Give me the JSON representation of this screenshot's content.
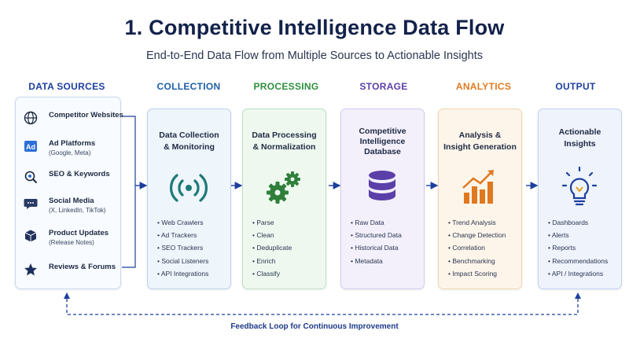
{
  "header": {
    "title": "1. Competitive Intelligence Data Flow",
    "subtitle": "End-to-End Data Flow from Multiple Sources to Actionable Insights"
  },
  "columns": {
    "sources": {
      "label": "DATA SOURCES",
      "color": "#1d3f9e"
    },
    "collection": {
      "label": "COLLECTION",
      "color": "#1e5fa8"
    },
    "processing": {
      "label": "PROCESSING",
      "color": "#2e8f3e"
    },
    "storage": {
      "label": "STORAGE",
      "color": "#5a3ea8"
    },
    "analytics": {
      "label": "ANALYTICS",
      "color": "#e07a1f"
    },
    "output": {
      "label": "OUTPUT",
      "color": "#1d3f9e"
    }
  },
  "sources": [
    {
      "title": "Competitor Websites",
      "sub": "",
      "icon": "globe-icon"
    },
    {
      "title": "Ad Platforms",
      "sub": "(Google, Meta)",
      "icon": "ad-icon"
    },
    {
      "title": "SEO & Keywords",
      "sub": "",
      "icon": "seo-search-icon"
    },
    {
      "title": "Social Media",
      "sub": "(X, LinkedIn, TikTok)",
      "icon": "chat-icon"
    },
    {
      "title": "Product Updates",
      "sub": "(Release Notes)",
      "icon": "box-icon"
    },
    {
      "title": "Reviews & Forums",
      "sub": "",
      "icon": "star-icon"
    }
  ],
  "stages": {
    "collection": {
      "title_line1": "Data Collection",
      "title_line2": "& Monitoring",
      "icon": "signal-icon",
      "items": [
        "Web Crawlers",
        "Ad Trackers",
        "SEO Trackers",
        "Social Listeners",
        "API Integrations"
      ]
    },
    "processing": {
      "title_line1": "Data Processing",
      "title_line2": "& Normalization",
      "icon": "gears-icon",
      "items": [
        "Parse",
        "Clean",
        "Deduplicate",
        "Enrich",
        "Classify"
      ]
    },
    "storage": {
      "title_line1": "Competitive",
      "title_line2": "Intelligence",
      "title_line3": "Database",
      "icon": "database-icon",
      "items": [
        "Raw Data",
        "Structured Data",
        "Historical Data",
        "Metadata"
      ]
    },
    "analytics": {
      "title_line1": "Analysis &",
      "title_line2": "Insight Generation",
      "icon": "growth-chart-icon",
      "items": [
        "Trend Analysis",
        "Change Detection",
        "Correlation",
        "Benchmarking",
        "Impact Scoring"
      ]
    },
    "output": {
      "title_line1": "Actionable",
      "title_line2": "Insights",
      "icon": "lightbulb-icon",
      "items": [
        "Dashboards",
        "Alerts",
        "Reports",
        "Recommendations",
        "API / Integrations"
      ]
    }
  },
  "feedback": {
    "label": "Feedback Loop for Continuous Improvement"
  }
}
